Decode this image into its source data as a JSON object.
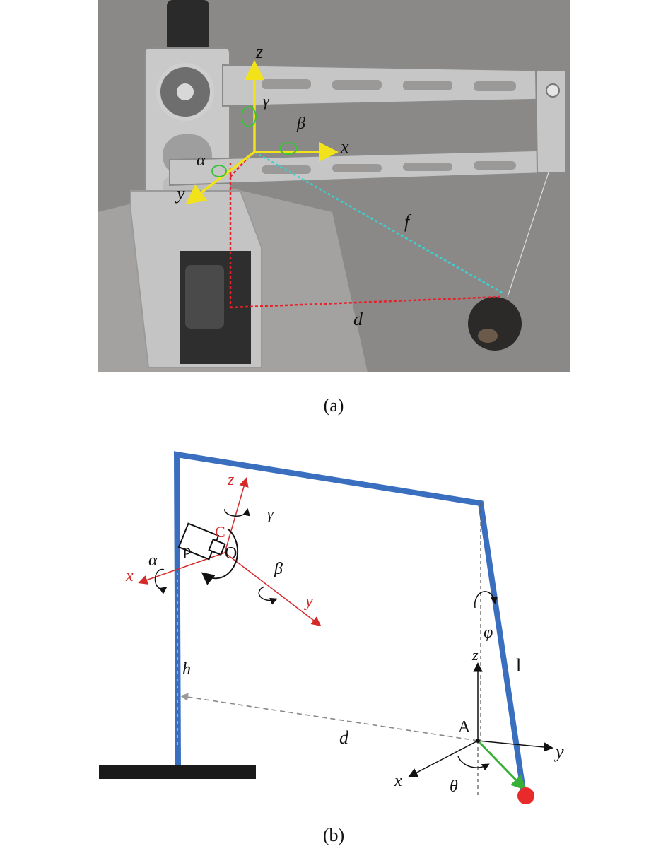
{
  "figure_a": {
    "caption": "(a)",
    "axis_labels": {
      "z": "z",
      "x": "x",
      "y": "y"
    },
    "angle_labels": {
      "alpha": "α",
      "beta": "β",
      "gamma": "γ"
    },
    "line_labels": {
      "f": "f",
      "d": "d"
    },
    "colors": {
      "axis": "#f2e21a",
      "rot": "#3cc23c",
      "f_line": "#3ecfcf",
      "d_line": "#e8202a",
      "bg": "#8b8987"
    }
  },
  "figure_b": {
    "caption": "(b)",
    "axis_labels_top": {
      "z": "z",
      "x": "x",
      "y": "y"
    },
    "point_labels": {
      "P": "P",
      "C": "C",
      "O": "O",
      "A": "A"
    },
    "angle_labels": {
      "alpha": "α",
      "beta": "β",
      "gamma": "γ",
      "phi": "φ",
      "theta": "θ"
    },
    "line_labels": {
      "h": "h",
      "d": "d",
      "l": "l"
    },
    "axis_labels_bottom": {
      "z": "z",
      "x": "x",
      "y": "y"
    },
    "colors": {
      "frame": "#3a6fc0",
      "red_axis": "#d42a2a",
      "ball": "#e82a2a",
      "green": "#38b038",
      "base": "#1a1a1a"
    }
  }
}
